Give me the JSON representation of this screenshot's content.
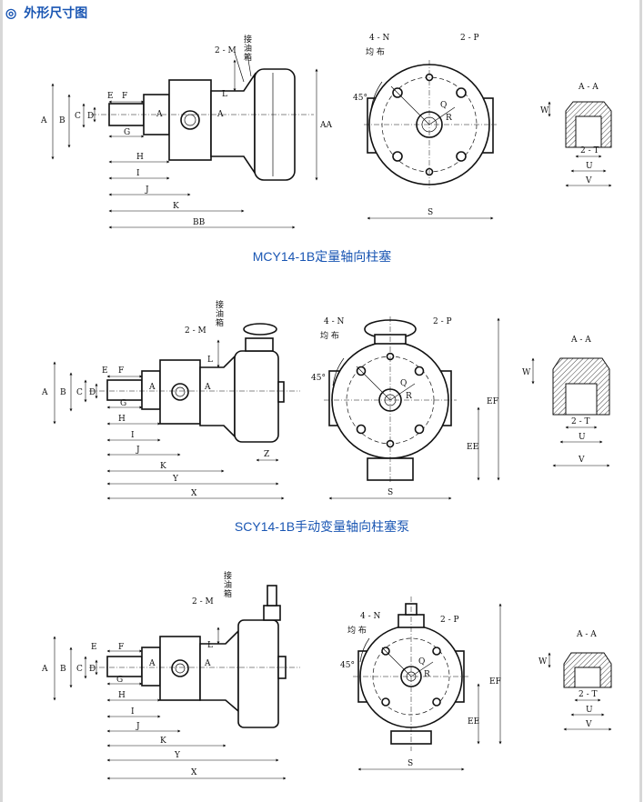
{
  "header": {
    "icon": "double-circle-icon",
    "title": "外形尺寸图"
  },
  "diagrams": [
    {
      "caption": "MCY14-1B定量轴向柱塞",
      "side_labels": {
        "m": "2 - M",
        "oil_box": [
          "接",
          "油",
          "箱"
        ],
        "a": "A",
        "b": "B",
        "c": "C",
        "d": "D",
        "e": "E",
        "f": "F",
        "g": "G",
        "h": "H",
        "i": "I",
        "j": "J",
        "k": "K",
        "l": "L",
        "aa": "AA",
        "bb": "BB"
      },
      "front_labels": {
        "n": "4 - N",
        "n_note": "均 布",
        "p": "2 - P",
        "angle": "45°",
        "q": "Q",
        "r": "R",
        "s": "S"
      },
      "section_labels": {
        "title": "A - A",
        "w": "W",
        "t": "2 - T",
        "u": "U",
        "v": "V"
      }
    },
    {
      "caption": "SCY14-1B手动变量轴向柱塞泵",
      "side_labels": {
        "m": "2 - M",
        "oil_box": [
          "接",
          "油",
          "箱"
        ],
        "a": "A",
        "b": "B",
        "c": "C",
        "d": "D",
        "e": "E",
        "f": "F",
        "g": "G",
        "h": "H",
        "i": "I",
        "j": "J",
        "k": "K",
        "l": "L",
        "y": "Y",
        "x": "X",
        "z": "Z"
      },
      "front_labels": {
        "n": "4 - N",
        "n_note": "均 布",
        "p": "2 - P",
        "angle": "45°",
        "q": "Q",
        "r": "R",
        "s": "S",
        "ee": "EE",
        "ef": "EF"
      },
      "section_labels": {
        "title": "A - A",
        "w": "W",
        "t": "2 - T",
        "u": "U",
        "v": "V"
      }
    },
    {
      "caption": "",
      "side_labels": {
        "m": "2 - M",
        "oil_box": [
          "接",
          "油",
          "箱"
        ],
        "a": "A",
        "b": "B",
        "c": "C",
        "d": "D",
        "e": "E",
        "f": "F",
        "g": "G",
        "h": "H",
        "i": "I",
        "j": "J",
        "k": "K",
        "l": "L",
        "y": "Y",
        "x": "X"
      },
      "front_labels": {
        "n": "4 - N",
        "n_note": "均 布",
        "p": "2 - P",
        "angle": "45°",
        "q": "Q",
        "r": "R",
        "s": "S",
        "ee": "EE",
        "ef": "EF"
      },
      "section_labels": {
        "title": "A - A",
        "w": "W",
        "t": "2 - T",
        "u": "U",
        "v": "V"
      }
    }
  ]
}
